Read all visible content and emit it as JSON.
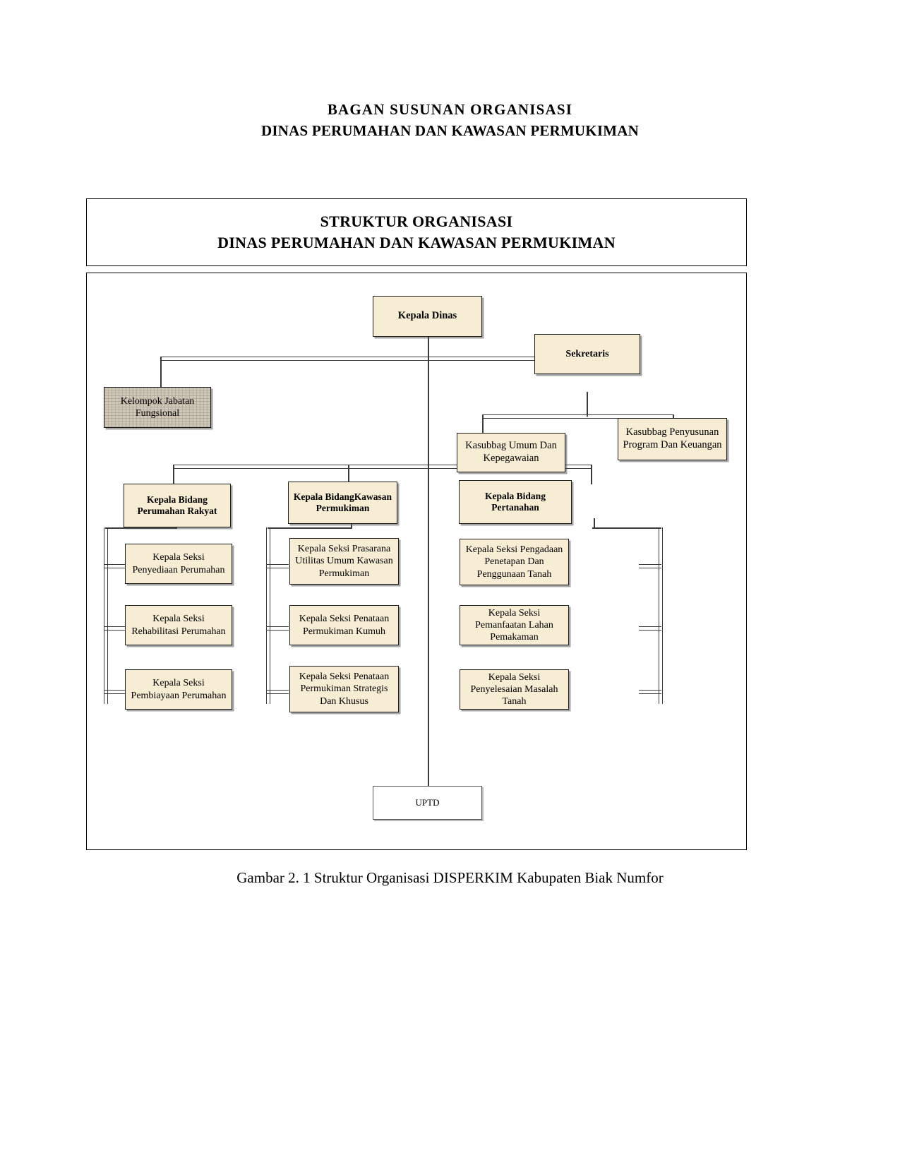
{
  "page_heading": {
    "line1": "BAGAN  SUSUNAN  ORGANISASI",
    "line2": "DINAS PERUMAHAN DAN KAWASAN PERMUKIMAN"
  },
  "figure": {
    "title_box": {
      "line1": "STRUKTUR ORGANISASI",
      "line2": "DINAS PERUMAHAN DAN KAWASAN PERMUKIMAN"
    },
    "caption": "Gambar 2. 1 Struktur Organisasi DISPERKIM Kabupaten Biak Numfor"
  },
  "colors": {
    "node_fill": "#f7ecd4",
    "node_border": "#1c1c1c",
    "fungsional_fill": "#cfc8b8",
    "uptd_fill": "#ffffff",
    "line": "#3a3a3a",
    "page_background": "#ffffff"
  },
  "chart_data": {
    "type": "org-chart",
    "title": "STRUKTUR ORGANISASI DINAS PERUMAHAN DAN KAWASAN PERMUKIMAN",
    "nodes": {
      "kepala_dinas": "Kepala Dinas",
      "sekretaris": "Sekretaris",
      "kelompok_jabatan_fungsional": "Kelompok Jabatan Fungsional",
      "kasubbag_umum": "Kasubbag Umum Dan Kepegawaian",
      "kasubbag_program": "Kasubbag Penyusunan Program Dan Keuangan",
      "bidang_perumahan": "Kepala Bidang Perumahan Rakyat",
      "bidang_kawasan": "Kepala BidangKawasan Permukiman",
      "bidang_pertanahan": "Kepala Bidang Pertanahan",
      "seksi_penyediaan": "Kepala Seksi Penyediaan Perumahan",
      "seksi_rehabilitasi": "Kepala Seksi Rehabilitasi Perumahan",
      "seksi_pembiayaan": "Kepala Seksi Pembiayaan Perumahan",
      "seksi_prasarana": "Kepala Seksi Prasarana Utilitas Umum Kawasan Permukiman",
      "seksi_kumuh": "Kepala Seksi Penataan Permukiman Kumuh",
      "seksi_strategis": "Kepala Seksi Penataan Permukiman Strategis Dan Khusus",
      "seksi_pengadaan": "Kepala Seksi Pengadaan Penetapan Dan Penggunaan Tanah",
      "seksi_pemanfaatan": "Kepala Seksi Pemanfaatan Lahan Pemakaman",
      "seksi_penyelesaian": "Kepala Seksi Penyelesaian Masalah Tanah",
      "uptd": "UPTD"
    },
    "hierarchy": [
      {
        "id": "kepala_dinas",
        "parent": null,
        "level": 1
      },
      {
        "id": "sekretaris",
        "parent": "kepala_dinas",
        "level": 2
      },
      {
        "id": "kelompok_jabatan_fungsional",
        "parent": "kepala_dinas",
        "level": 2
      },
      {
        "id": "kasubbag_umum",
        "parent": "sekretaris",
        "level": 3
      },
      {
        "id": "kasubbag_program",
        "parent": "sekretaris",
        "level": 3
      },
      {
        "id": "bidang_perumahan",
        "parent": "kepala_dinas",
        "level": 3
      },
      {
        "id": "bidang_kawasan",
        "parent": "kepala_dinas",
        "level": 3
      },
      {
        "id": "bidang_pertanahan",
        "parent": "kepala_dinas",
        "level": 3
      },
      {
        "id": "seksi_penyediaan",
        "parent": "bidang_perumahan",
        "level": 4
      },
      {
        "id": "seksi_rehabilitasi",
        "parent": "bidang_perumahan",
        "level": 4
      },
      {
        "id": "seksi_pembiayaan",
        "parent": "bidang_perumahan",
        "level": 4
      },
      {
        "id": "seksi_prasarana",
        "parent": "bidang_kawasan",
        "level": 4
      },
      {
        "id": "seksi_kumuh",
        "parent": "bidang_kawasan",
        "level": 4
      },
      {
        "id": "seksi_strategis",
        "parent": "bidang_kawasan",
        "level": 4
      },
      {
        "id": "seksi_pengadaan",
        "parent": "bidang_pertanahan",
        "level": 4
      },
      {
        "id": "seksi_pemanfaatan",
        "parent": "bidang_pertanahan",
        "level": 4
      },
      {
        "id": "seksi_penyelesaian",
        "parent": "bidang_pertanahan",
        "level": 4
      },
      {
        "id": "uptd",
        "parent": "kepala_dinas",
        "level": 5
      }
    ]
  }
}
